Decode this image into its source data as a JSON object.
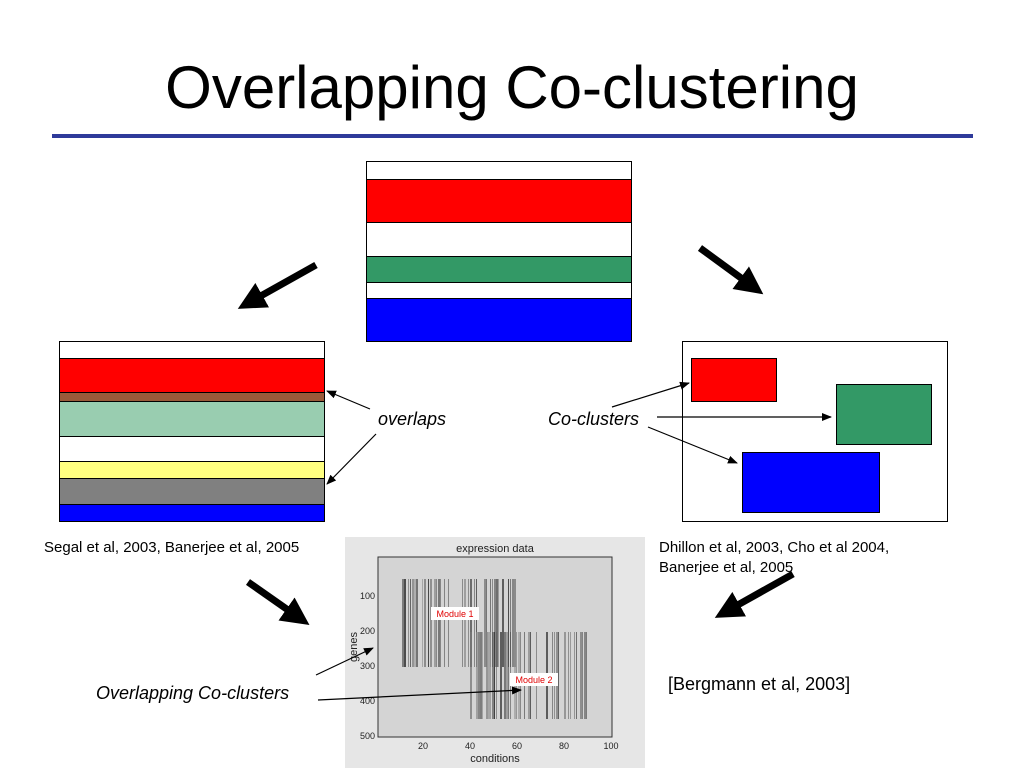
{
  "slide": {
    "title": "Overlapping Co-clustering"
  },
  "labels": {
    "overlaps": "overlaps",
    "co_clusters": "Co-clusters",
    "overlapping_co_clusters": "Overlapping Co-clusters"
  },
  "citations": {
    "left": "Segal et al, 2003, Banerjee et al, 2005",
    "right_line1": "Dhillon et al, 2003, Cho et al 2004,",
    "right_line2": "Banerjee et al, 2005",
    "bottom_right": "[Bergmann et al, 2003]"
  },
  "colors": {
    "title_rule": "#2e3a9a",
    "red": "#ff0000",
    "green": "#339966",
    "blue": "#0000ff",
    "light_green": "#99cdb0",
    "yellow": "#ffff80",
    "gray": "#808080",
    "brown": "#9a5a3a"
  },
  "plot": {
    "title": "expression data",
    "xlabel": "conditions",
    "ylabel": "genes",
    "xticks": [
      "20",
      "40",
      "60",
      "80",
      "100"
    ],
    "yticks": [
      "100",
      "200",
      "300",
      "400",
      "500"
    ],
    "module1": "Module 1",
    "module2": "Module 2"
  }
}
